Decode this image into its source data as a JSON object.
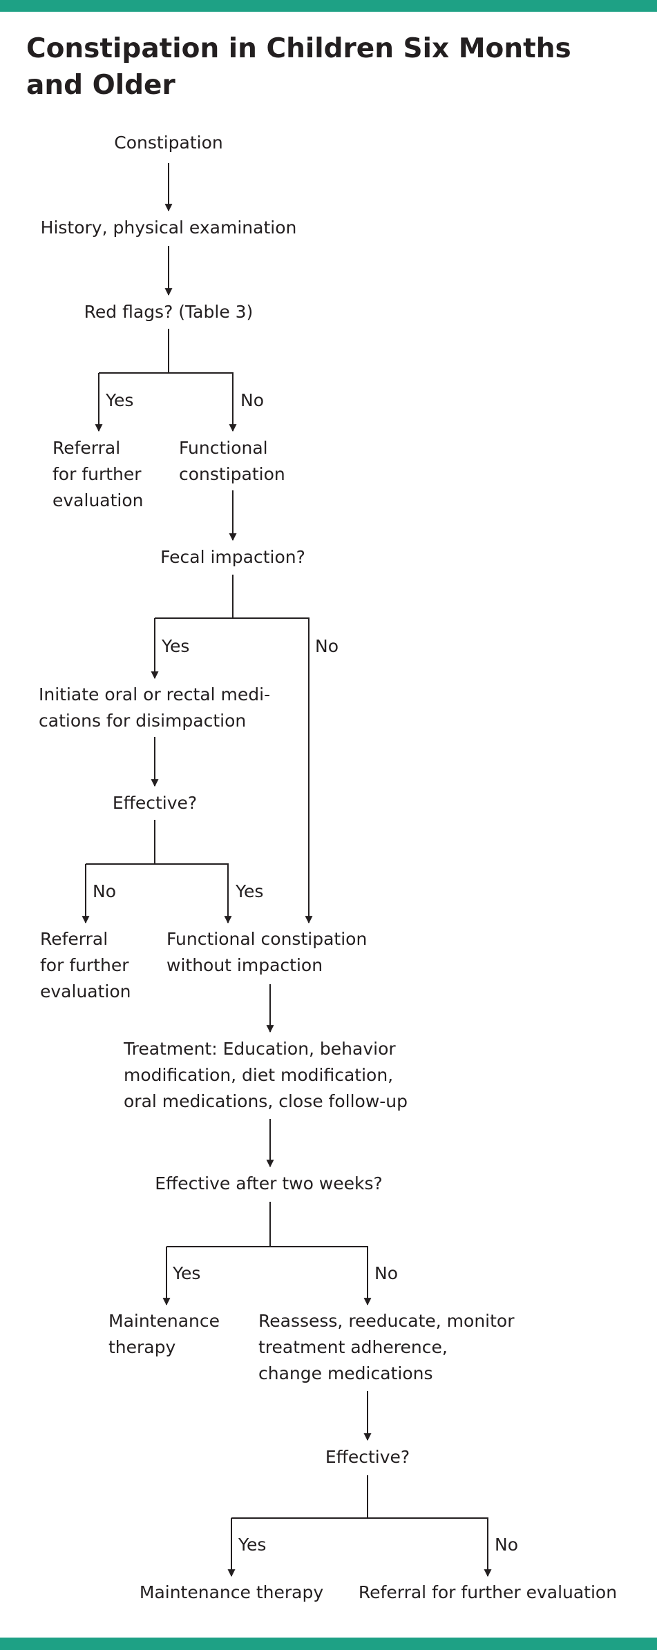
{
  "title": [
    "Constipation in Children Six Months",
    "and Older"
  ],
  "nodes": {
    "constipation": [
      "Constipation"
    ],
    "history": [
      "History, physical examination"
    ],
    "red_flags": [
      "Red flags? (Table 3)"
    ],
    "referral_1": [
      "Referral",
      "for further",
      "evaluation"
    ],
    "functional": [
      "Functional",
      "constipation"
    ],
    "fecal_impaction": [
      "Fecal impaction?"
    ],
    "initiate": [
      "Initiate oral or rectal medi-",
      "cations for disimpaction"
    ],
    "effective_1": [
      "Effective?"
    ],
    "referral_2": [
      "Referral",
      "for further",
      "evaluation"
    ],
    "functional_no_impaction": [
      "Functional constipation",
      "without impaction"
    ],
    "treatment": [
      "Treatment: Education, behavior",
      "modification, diet modification,",
      "oral medications, close follow-up"
    ],
    "effective_two_weeks": [
      "Effective after two weeks?"
    ],
    "maintenance_1": [
      "Maintenance",
      "therapy"
    ],
    "reassess": [
      "Reassess, reeducate, monitor",
      "treatment adherence,",
      "change medications"
    ],
    "effective_2": [
      "Effective?"
    ],
    "maintenance_2": [
      "Maintenance therapy"
    ],
    "referral_3": [
      "Referral for further evaluation"
    ]
  },
  "edge_labels": {
    "red_flags_yes": "Yes",
    "red_flags_no": "No",
    "impaction_yes": "Yes",
    "impaction_no": "No",
    "effective_1_no": "No",
    "effective_1_yes": "Yes",
    "two_weeks_yes": "Yes",
    "two_weeks_no": "No",
    "effective_2_yes": "Yes",
    "effective_2_no": "No"
  },
  "colors": {
    "accent_bar": "#1ea185",
    "text": "#231f20",
    "lines": "#231f20"
  }
}
